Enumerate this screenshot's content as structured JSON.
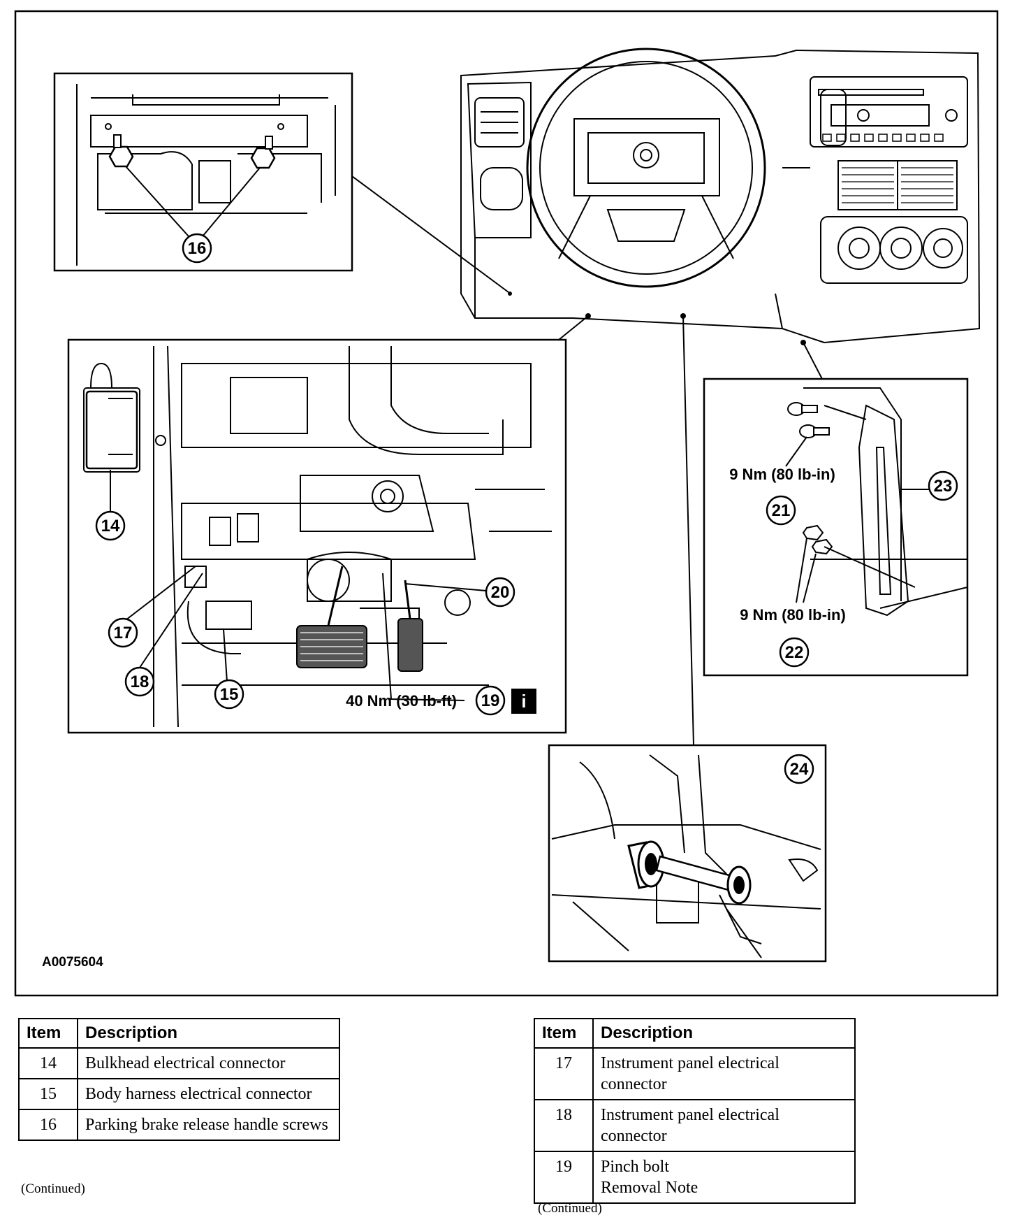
{
  "figure": {
    "id": "A0075604",
    "callouts": {
      "c14": "14",
      "c15": "15",
      "c16": "16",
      "c17": "17",
      "c18": "18",
      "c19": "19",
      "c20": "20",
      "c21": "21",
      "c22": "22",
      "c23": "23",
      "c24": "24"
    },
    "torque": {
      "t19": "40 Nm (30 lb-ft)",
      "t21": "9 Nm (80 lb-in)",
      "t22": "9 Nm (80 lb-in)"
    },
    "info_icon": "i"
  },
  "tables": {
    "left": {
      "headers": [
        "Item",
        "Description"
      ],
      "rows": [
        {
          "item": "14",
          "desc": "Bulkhead electrical connector"
        },
        {
          "item": "15",
          "desc": "Body harness electrical connector"
        },
        {
          "item": "16",
          "desc": "Parking brake release handle screws"
        }
      ],
      "continued": "(Continued)"
    },
    "right": {
      "headers": [
        "Item",
        "Description"
      ],
      "rows": [
        {
          "item": "17",
          "desc": "Instrument panel electrical connector"
        },
        {
          "item": "18",
          "desc": "Instrument panel electrical connector"
        },
        {
          "item": "19",
          "desc": "Pinch bolt\nRemoval Note"
        }
      ],
      "continued": "(Continued)"
    }
  }
}
